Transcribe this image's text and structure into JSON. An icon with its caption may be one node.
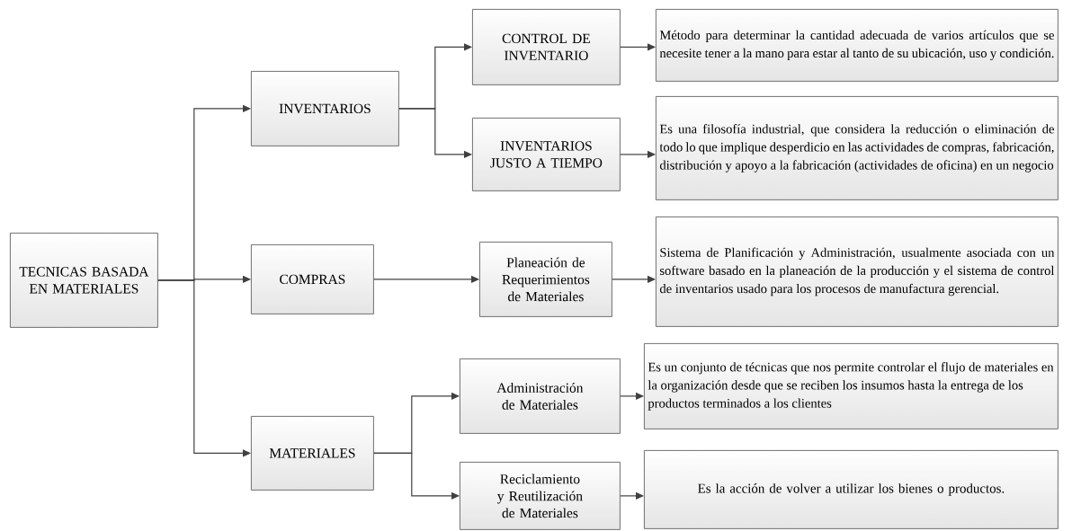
{
  "diagram": {
    "nodes": [
      {
        "text": [
          "TECNICAS BASADA EN MATERIALES"
        ]
      },
      {
        "text": [
          "INVENTARIOS"
        ]
      },
      {
        "text": [
          "COMPRAS"
        ]
      },
      {
        "text": [
          "MATERIALES"
        ]
      },
      {
        "text": [
          "CONTROL DE INVENTARIO"
        ]
      },
      {
        "text": [
          "INVENTARIOS JUSTO A TIEMPO"
        ]
      },
      {
        "text": [
          "Planeación de Requerimientos de Materiales"
        ]
      },
      {
        "text": [
          "Administración de Materiales"
        ]
      },
      {
        "text": [
          "Reciclamiento y Reutilización de Materiales"
        ]
      },
      {
        "text": [
          "Método para determinar la cantidad adecuada de varios artículos que se necesite tener a la mano para estar al tanto de su ubicación, uso y condición."
        ]
      },
      {
        "text": [
          "Es una filosofía industrial, que considera la reducción o eliminación de todo lo que implique desperdicio en las actividades de compras, fabricación, distribución y apoyo a la fabricación (actividades de oficina) en un negocio"
        ]
      },
      {
        "text": [
          "Sistema de Planificación y Administración, usualmente asociada con un software basado en la planeación de la producción y el sistema de control de inventarios usado para los procesos de manufactura gerencial."
        ]
      },
      {
        "text": [
          "Es un conjunto de técnicas que nos permite controlar el flujo de materiales en la organización desde que se reciben los insumos hasta la entrega de los productos terminados a los clientes"
        ]
      },
      {
        "text": [
          "Es la acción de volver a utilizar los bienes o productos."
        ]
      }
    ],
    "edges": [
      {
        "from": 0,
        "to": 1,
        "arrow": "to"
      },
      {
        "from": 0,
        "to": 2,
        "arrow": "to"
      },
      {
        "from": 0,
        "to": 3,
        "arrow": "to"
      },
      {
        "from": 1,
        "to": 4,
        "arrow": "to"
      },
      {
        "from": 1,
        "to": 5,
        "arrow": "to"
      },
      {
        "from": 2,
        "to": 6,
        "arrow": "to"
      },
      {
        "from": 3,
        "to": 7,
        "arrow": "to"
      },
      {
        "from": 3,
        "to": 8,
        "arrow": "to"
      },
      {
        "from": 4,
        "to": 9,
        "arrow": "to"
      },
      {
        "from": 5,
        "to": 10,
        "arrow": "to"
      },
      {
        "from": 6,
        "to": 11,
        "arrow": "to"
      },
      {
        "from": 7,
        "to": 12,
        "arrow": "to"
      },
      {
        "from": 8,
        "to": 13,
        "arrow": "to"
      }
    ]
  }
}
